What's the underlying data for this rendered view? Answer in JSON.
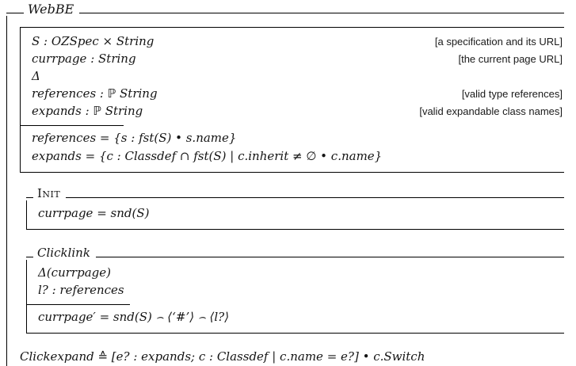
{
  "figure": {
    "class": {
      "name": "WebBE",
      "state": {
        "declarations": [
          {
            "code": "S : OZSpec × String",
            "comment": "[a specification and its URL]"
          },
          {
            "code": "currpage : String",
            "comment": "[the current page URL]"
          },
          {
            "code": "Δ",
            "comment": ""
          },
          {
            "code": "references : ℙ String",
            "comment": "[valid type references]"
          },
          {
            "code": "expands : ℙ String",
            "comment": "[valid expandable class names]"
          }
        ],
        "predicates": [
          "references = {s : fst(S) • s.name}",
          "expands = {c : Classdef ∩ fst(S) | c.inherit ≠ ∅ • c.name}"
        ]
      },
      "init": {
        "name": "Init",
        "predicate": "currpage = snd(S)"
      },
      "clicklink": {
        "name": "Clicklink",
        "declarations": [
          "Δ(currpage)",
          "l? : references"
        ],
        "predicate": "currpage′ = snd(S) ⌢ ⟨‘#’⟩ ⌢ ⟨l?⟩"
      },
      "clickexpand": "Clickexpand ≙ [e? : expands;  c : Classdef | c.name = e?] • c.Switch"
    }
  }
}
